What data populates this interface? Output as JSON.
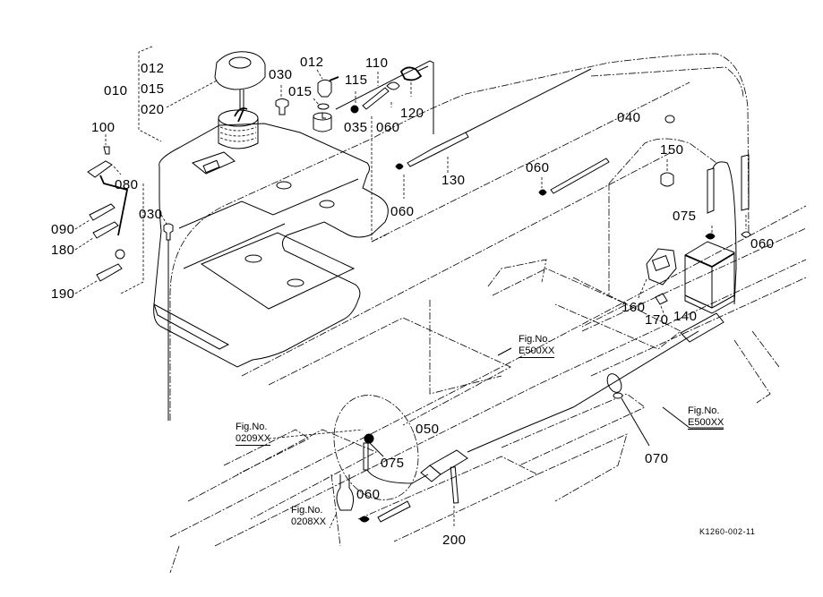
{
  "diagram": {
    "title": "Fuel tank and battery parts diagram",
    "drawing_code": "K1260-002-11"
  },
  "labels": {
    "p010": "010",
    "p012a": "012",
    "p015a": "015",
    "p020": "020",
    "p030a": "030",
    "p012b": "012",
    "p015b": "015",
    "p115": "115",
    "p110": "110",
    "p120": "120",
    "p035": "035",
    "p060a": "060",
    "p100": "100",
    "p080": "080",
    "p090": "090",
    "p180": "180",
    "p190": "190",
    "p030b": "030",
    "p130": "130",
    "p060b": "060",
    "p060c": "060",
    "p040": "040",
    "p150": "150",
    "p075a": "075",
    "p060d": "060",
    "p160": "160",
    "p170": "170",
    "p140": "140",
    "p070": "070",
    "p050": "050",
    "p075b": "075",
    "p060e": "060",
    "p200": "200"
  },
  "figure_refs": [
    {
      "prefix": "Fig.No.",
      "ref": "E500XX"
    },
    {
      "prefix": "Fig.No.",
      "ref": "E500XX"
    },
    {
      "prefix": "Fig.No.",
      "ref": "0209XX"
    },
    {
      "prefix": "Fig.No.",
      "ref": "0208XX"
    }
  ]
}
